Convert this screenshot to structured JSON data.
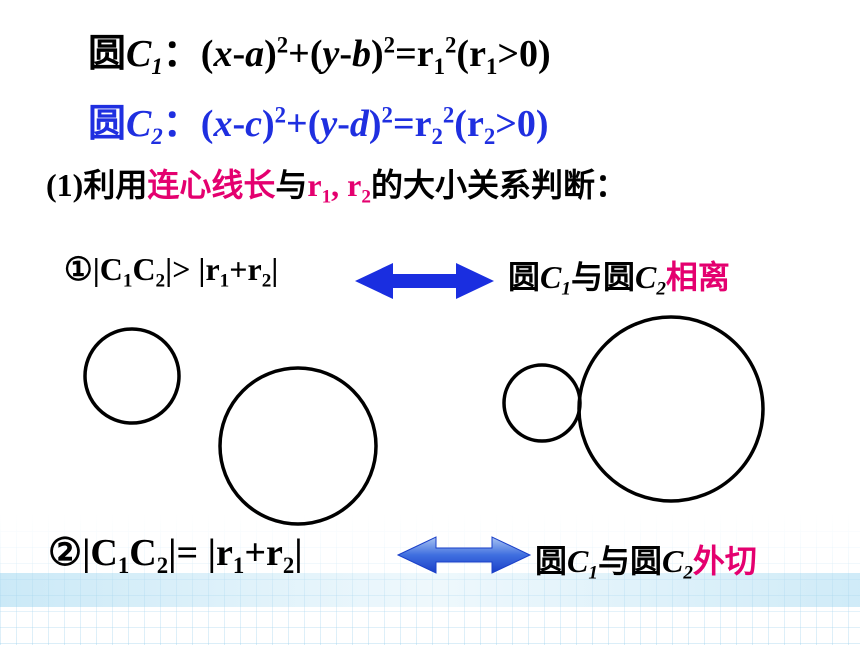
{
  "slide": {
    "circle1": {
      "prefix": "圆",
      "name": "C",
      "sub": "1",
      "colon": "：",
      "eq_a": "(",
      "x": "x",
      "minus_a": "-",
      "a": "a",
      "eq_b": ")",
      "exp1": "2",
      "plus": "+(",
      "y": "y",
      "minus_b": "-",
      "b": "b",
      "close": ")",
      "exp2": "2",
      "eq_r": "=r",
      "r_sub": "1",
      "r_exp": "2",
      "cond_open": "(r",
      "cond_sub": "1",
      "cond_close": ">0)"
    },
    "circle2": {
      "prefix": "圆",
      "name": "C",
      "sub": "2",
      "colon": "：",
      "eq_a": "(",
      "x": "x",
      "minus_a": "-",
      "c": "c",
      "eq_b": ")",
      "exp1": "2",
      "plus": "+(",
      "y": "y",
      "minus_b": "-",
      "d": "d",
      "close": ")",
      "exp2": "2",
      "eq_r": "=r",
      "r_sub": "2",
      "r_exp": "2",
      "cond_open": "(r",
      "cond_sub": "2",
      "cond_close": ">0)"
    },
    "method": {
      "num": "(1)",
      "text_a": "利用",
      "highlight": "连心线长",
      "text_b": "与",
      "r1": "r",
      "r1_sub": "1",
      "sep": ",  ",
      "r2": "r",
      "r2_sub": "2",
      "text_c": "的大小关系判断："
    },
    "case1": {
      "label": "①|C",
      "c1_sub": "1",
      "c2": "C",
      "c2_sub": "2",
      "rel": "|> |r",
      "r1_sub": "1",
      "plus": "+r",
      "r2_sub": "2",
      "end": "|",
      "res_prefix": "圆",
      "res_c1": "C",
      "res_c1_sub": "1",
      "res_mid": "与圆",
      "res_c2": "C",
      "res_c2_sub": "2",
      "res_word": "相离"
    },
    "case2": {
      "label": "②|C",
      "c1_sub": "1",
      "c2": "C",
      "c2_sub": "2",
      "rel": "|= |r",
      "r1_sub": "1",
      "plus": "+r",
      "r2_sub": "2",
      "end": "|",
      "res_prefix": "圆",
      "res_c1": "C",
      "res_c1_sub": "1",
      "res_mid": "与圆",
      "res_c2": "C",
      "res_c2_sub": "2",
      "res_word": "外切"
    },
    "colors": {
      "blue_text": "#1f2fe0",
      "pink_text": "#e4006f",
      "arrow_blue": "#1a2ee0",
      "arrow_light": "#5f8de8"
    },
    "icons": [
      "double-arrow-icon"
    ]
  }
}
